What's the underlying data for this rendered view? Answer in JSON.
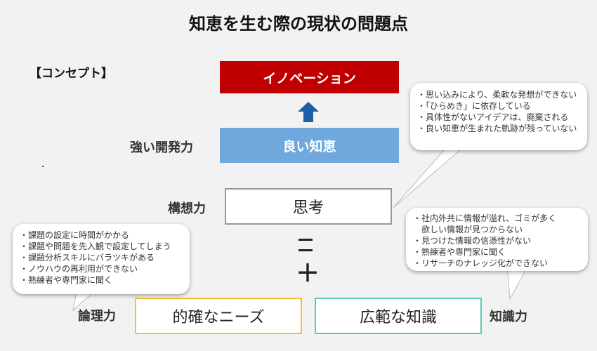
{
  "title": "知恵を生む際の現状の問題点",
  "concept_label": "【コンセプト】",
  "boxes": {
    "innovation": "イノベーション",
    "good_idea": "良い知恵",
    "thinking": "思考",
    "needs": "的確なニーズ",
    "knowledge": "広範な知識"
  },
  "labels": {
    "strong_development": "強い開発力",
    "conception": "構想力",
    "logic": "論理力",
    "knowledge_power": "知識力"
  },
  "bubbles": {
    "idea_problems": [
      "思い込みにより、柔軟な発想ができない",
      "「ひらめき」に依存している",
      "具体性がないアイデアは、廃棄される",
      "良い知恵が生まれた軌跡が残っていない"
    ],
    "knowledge_problems": [
      "社内外共に情報が溢れ、ゴミが多く",
      "欲しい情報が見つからない",
      "見つけた情報の信憑性がない",
      "熟練者や専門家に聞く",
      "リサーチのナレッジ化ができない"
    ],
    "needs_problems": [
      "課題の設定に時間がかかる",
      "課題や問題を先入観で設定してしまう",
      "課題分析スキルにバラツキがある",
      "ノウハウの再利用ができない",
      "熟練者や専門家に聞く"
    ]
  },
  "symbols": {
    "plus": "＋"
  },
  "colors": {
    "innovation": "#c00000",
    "good_idea": "#6fa8dc",
    "arrow": "#1f5fa8",
    "needs_border": "#f2c12e",
    "knowledge_border": "#5cc9bd",
    "thinking_border": "#999999"
  }
}
